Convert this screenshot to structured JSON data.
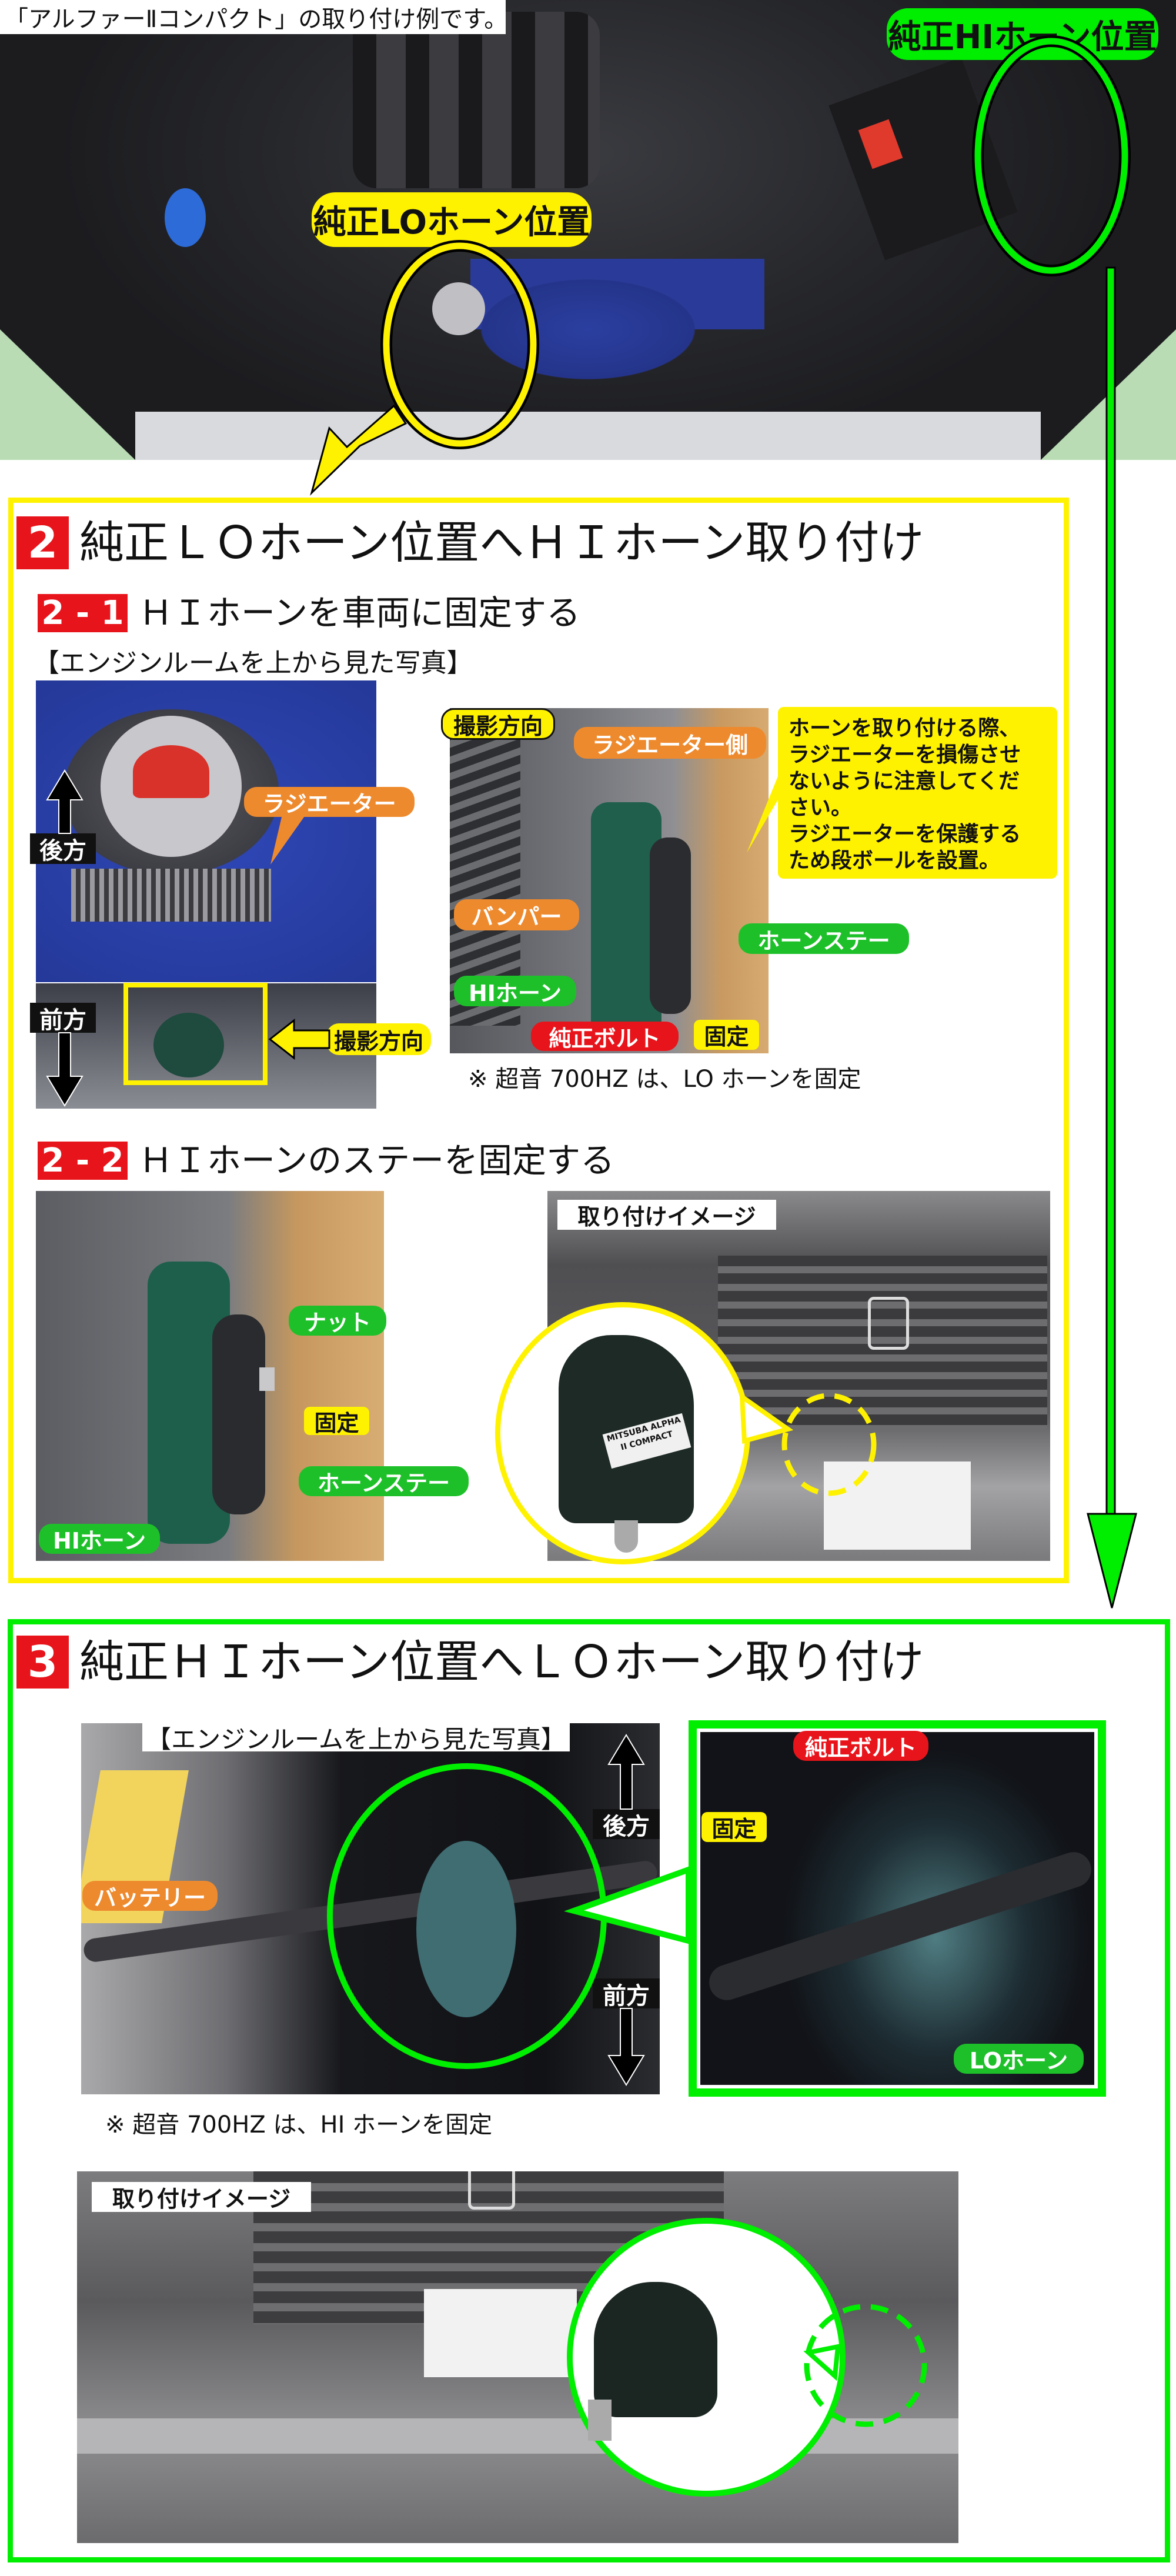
{
  "top": {
    "caption": "「アルファーⅡコンパクト」の取り付け例です。",
    "hi_position_label": "純正HIホーン位置",
    "lo_position_label": "純正LOホーン位置"
  },
  "section2": {
    "number": "2",
    "title": "純正ＬＯホーン位置へＨＩホーン取り付け",
    "step1": {
      "number": "2 - 1",
      "title": "ＨＩホーンを車両に固定する",
      "photo_caption": "【エンジンルームを上から見た写真】",
      "labels": {
        "rear": "後方",
        "front": "前方",
        "radiator": "ラジエーター",
        "shoot_direction_arrow": "撮影方向",
        "shoot_direction": "撮影方向",
        "radiator_side": "ラジエーター側",
        "bumper": "バンパー",
        "horn_stay": "ホーンステー",
        "hi_horn": "HIホーン",
        "genuine_bolt": "純正ボルト",
        "fixed": "固定"
      },
      "note_lines": [
        "ホーンを取り付ける際、",
        "ラジエーターを損傷させ",
        "ないように注意してくだ",
        "さい。",
        "ラジエーターを保護する",
        "ため段ボールを設置。"
      ],
      "footnote": "※ 超音 700HZ は、LO ホーンを固定"
    },
    "step2": {
      "number": "2 - 2",
      "title": "ＨＩホーンのステーを固定する",
      "labels": {
        "nut": "ナット",
        "fixed": "固定",
        "horn_stay": "ホーンステー",
        "hi_horn": "HIホーン",
        "install_image": "取り付けイメージ"
      },
      "product_logo": "MITSUBA ALPHA II COMPACT"
    }
  },
  "section3": {
    "number": "3",
    "title": "純正ＨＩホーン位置へＬＯホーン取り付け",
    "photo_caption": "【エンジンルームを上から見た写真】",
    "labels": {
      "rear": "後方",
      "front": "前方",
      "battery": "バッテリー",
      "genuine_bolt": "純正ボルト",
      "fixed": "固定",
      "lo_horn": "LOホーン",
      "install_image": "取り付けイメージ"
    },
    "footnote": "※ 超音 700HZ は、HI ホーンを固定"
  },
  "colors": {
    "section2_frame": "#fff200",
    "section3_frame": "#00ee00",
    "number_badge": "#e8141b"
  }
}
